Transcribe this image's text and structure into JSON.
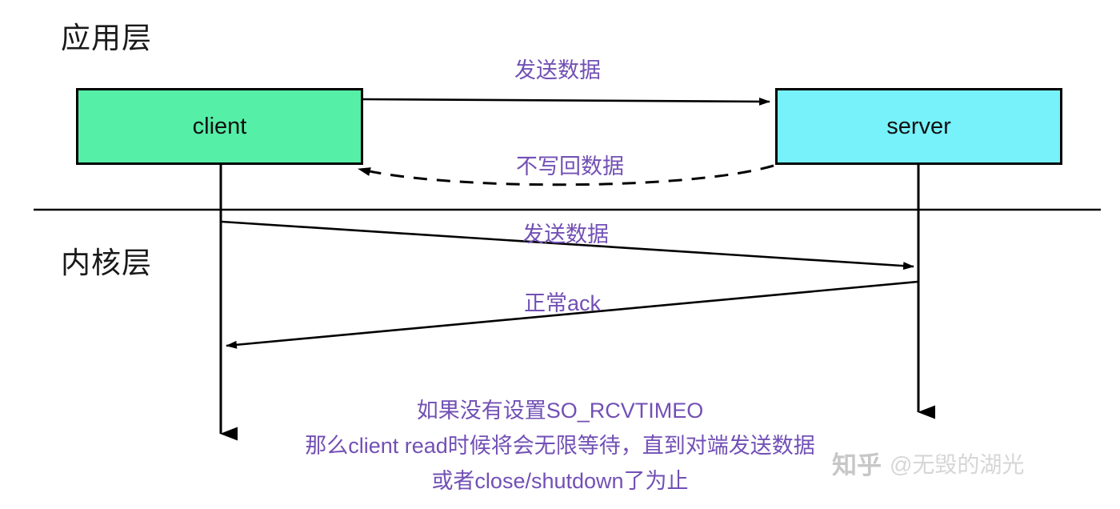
{
  "diagram": {
    "title_layers": {
      "application_layer": "应用层",
      "kernel_layer": "内核层"
    },
    "nodes": [
      {
        "id": "client",
        "label": "client",
        "fill": "#55efa8"
      },
      {
        "id": "server",
        "label": "server",
        "fill": "#77f2fb"
      }
    ],
    "edges": [
      {
        "id": "app-send-data",
        "label": "发送数据",
        "style": "solid",
        "from": "client",
        "to": "server"
      },
      {
        "id": "app-no-writeback",
        "label": "不写回数据",
        "style": "dashed",
        "from": "server",
        "to": "client"
      },
      {
        "id": "kernel-send-data",
        "label": "发送数据",
        "style": "solid",
        "from": "client",
        "to": "server"
      },
      {
        "id": "kernel-normal-ack",
        "label": "正常ack",
        "style": "solid",
        "from": "server",
        "to": "client"
      }
    ],
    "note_lines": [
      "如果没有设置SO_RCVTIMEO",
      "那么client read时候将会无限等待，直到对端发送数据",
      "或者close/shutdown了为止"
    ],
    "watermark": {
      "logo_text": "知乎",
      "handle": "@无毁的湖光"
    },
    "colors": {
      "client_fill": "#55efa8",
      "server_fill": "#77f2fb",
      "label_purple": "#7250b5",
      "stroke": "#000000",
      "background": "#ffffff"
    }
  }
}
